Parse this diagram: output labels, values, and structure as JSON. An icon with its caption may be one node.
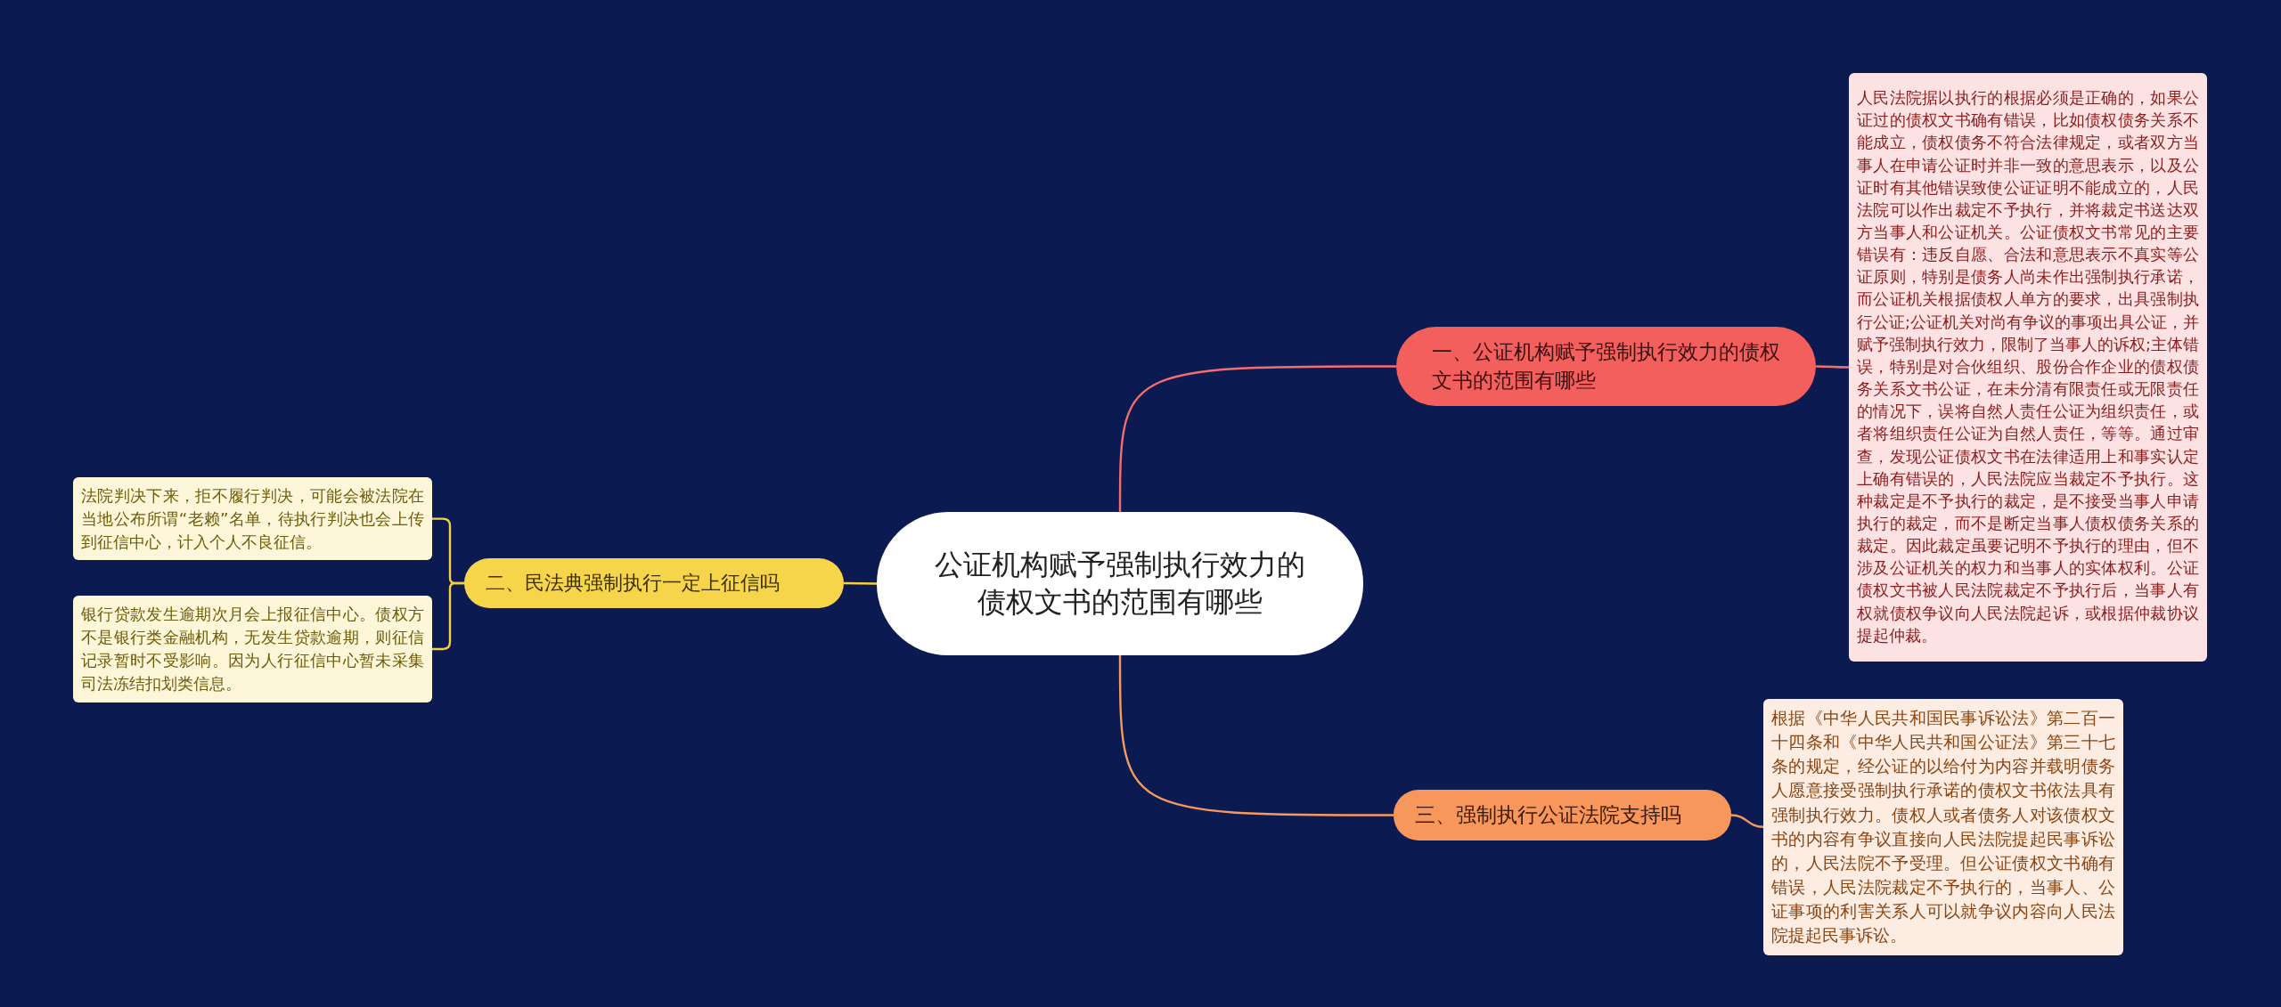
{
  "diagram": {
    "nodes": [
      {
        "text": [
          "公证机构赋予强制执行效力的债权文书的范围有哪些"
        ]
      },
      {
        "text": [
          "一、公证机构赋予强制执行效力的债权文书的范围有哪些"
        ]
      },
      {
        "text": [
          "人民法院据以执行的根据必须是正确的，如果公证过的债权文书确有错误，比如债权债务关系不能成立，债权债务不符合法律规定，或者双方当事人在申请公证时并非一致的意思表示，以及公证时有其他错误致使公证证明不能成立的，人民法院可以作出裁定不予执行，并将裁定书送达双方当事人和公证机关。公证债权文书常见的主要错误有：违反自愿、合法和意思表示不真实等公证原则，特别是债务人尚未作出强制执行承诺，而公证机关根据债权人单方的要求，出具强制执行公证;公证机关对尚有争议的事项出具公证，并赋予强制执行效力，限制了当事人的诉权;主体错误，特别是对合伙组织、股份合作企业的债权债务关系文书公证，在未分清有限责任或无限责任的情况下，误将自然人责任公证为组织责任，或者将组织责任公证为自然人责任，等等。通过审查，发现公证债权文书在法律适用上和事实认定上确有错误的，人民法院应当裁定不予执行。这种裁定是不予执行的裁定，是不接受当事人申请执行的裁定，而不是断定当事人债权债务关系的裁定。因此裁定虽要记明不予执行的理由，但不涉及公证机关的权力和当事人的实体权利。公证债权文书被人民法院裁定不予执行后，当事人有权就债权争议向人民法院起诉，或根据仲裁协议提起仲裁。"
        ]
      },
      {
        "text": [
          "二、民法典强制执行一定上征信吗"
        ]
      },
      {
        "text": [
          "法院判决下来，拒不履行判决，可能会被法院在当地公布所谓“老赖”名单，待执行判决也会上传到征信中心，计入个人不良征信。"
        ]
      },
      {
        "text": [
          "银行贷款发生逾期次月会上报征信中心。债权方不是银行类金融机构，无发生贷款逾期，则征信记录暂时不受影响。因为人行征信中心暂未采集司法冻结扣划类信息。"
        ]
      },
      {
        "text": [
          "三、强制执行公证法院支持吗"
        ]
      },
      {
        "text": [
          "根据《中华人民共和国民事诉讼法》第二百一十四条和《中华人民共和国公证法》第三十七条的规定，经公证的以给付为内容并载明债务人愿意接受强制执行承诺的债权文书依法具有强制执行效力。债权人或者债务人对该债权文书的内容有争议直接向人民法院提起民事诉讼的，人民法院不予受理。但公证债权文书确有错误，人民法院裁定不予执行的，当事人、公证事项的利害关系人可以就争议内容向人民法院提起民事诉讼。"
        ]
      }
    ],
    "edges": [
      {
        "from": 0,
        "to": 1,
        "arrow": "none",
        "color": "#f26d6d"
      },
      {
        "from": 1,
        "to": 2,
        "arrow": "none",
        "color": "#f26d6d"
      },
      {
        "from": 0,
        "to": 3,
        "arrow": "none",
        "color": "#f5cf3c"
      },
      {
        "from": 3,
        "to": 4,
        "arrow": "none",
        "color": "#f5cf3c"
      },
      {
        "from": 3,
        "to": 5,
        "arrow": "none",
        "color": "#f5cf3c"
      },
      {
        "from": 0,
        "to": 6,
        "arrow": "none",
        "color": "#f59a5c"
      },
      {
        "from": 6,
        "to": 7,
        "arrow": "none",
        "color": "#f59a5c"
      }
    ]
  }
}
